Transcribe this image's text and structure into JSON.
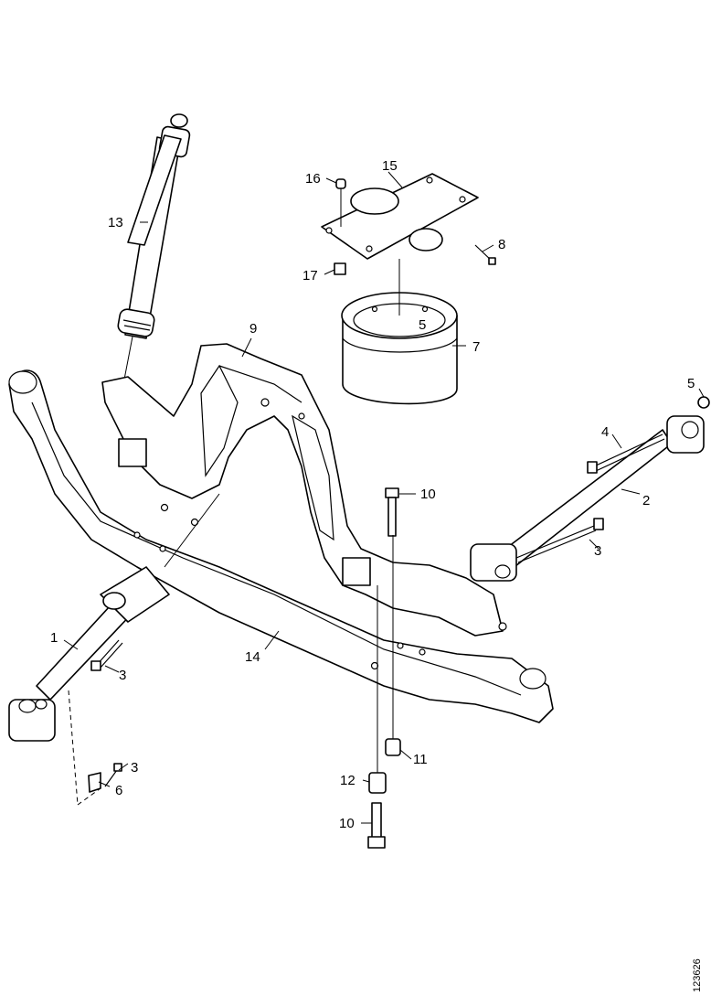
{
  "callouts": {
    "c1": "1",
    "c2": "2",
    "c3a": "3",
    "c3b": "3",
    "c3c": "3",
    "c4": "4",
    "c5a": "5",
    "c5b": "5",
    "c6": "6",
    "c7": "7",
    "c8": "8",
    "c9": "9",
    "c10a": "10",
    "c10b": "10",
    "c11": "11",
    "c12": "12",
    "c13": "13",
    "c14": "14",
    "c15": "15",
    "c16": "16",
    "c17": "17"
  },
  "reference_code": "123626"
}
